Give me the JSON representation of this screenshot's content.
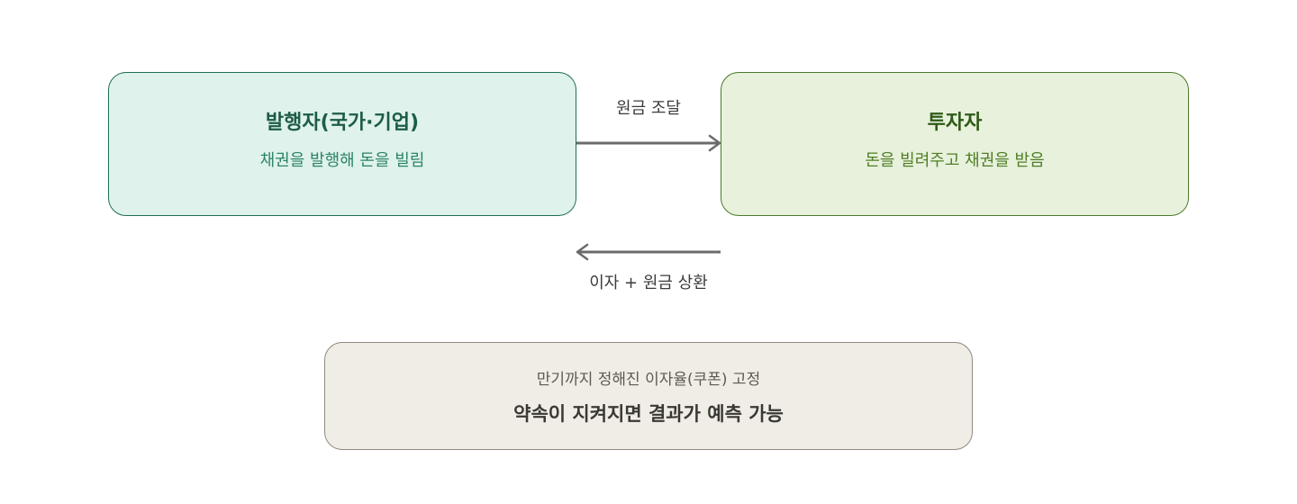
{
  "issuer": {
    "title": "발행자(국가·기업)",
    "subtitle": "채권을 발행해 돈을 빌림"
  },
  "investor": {
    "title": "투자자",
    "subtitle": "돈을 빌려주고 채권을 받음"
  },
  "flows": {
    "to_investor_label": "원금 조달",
    "to_issuer_label": "이자 + 원금 상환"
  },
  "note": {
    "line1": "만기까지 정해진 이자율(쿠폰) 고정",
    "line2": "약속이 지켜지면 결과가 예측 가능"
  },
  "colors": {
    "issuer_fill": "#dff2eb",
    "issuer_border": "#1f6f54",
    "investor_fill": "#e7f1dc",
    "investor_border": "#4c7a2c",
    "note_fill": "#f0ede6",
    "arrow": "#6b6b6b"
  }
}
